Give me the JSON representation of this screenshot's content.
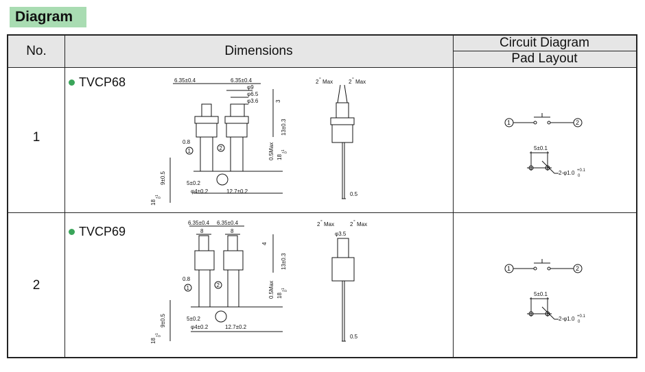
{
  "section_title": "Diagram",
  "headers": {
    "no": "No.",
    "dimensions": "Dimensions",
    "circuit_diagram": "Circuit Diagram",
    "pad_layout": "Pad Layout"
  },
  "rows": [
    {
      "no": "1",
      "model": "TVCP68",
      "dims": {
        "pitch_left": "6.35±0.4",
        "pitch_right": "6.35±0.4",
        "dia_9": "φ9",
        "dia_6_5": "φ6.5",
        "dia_3_6": "φ3.6",
        "h3": "3",
        "h13": "13±0.3",
        "w08": "0.8",
        "max05": "0.5Max",
        "len18_right": "18",
        "len18_left": "18",
        "tol_up": "+1",
        "tol_dn": "0",
        "h9": "9±0.5",
        "spacing5": "5±0.2",
        "hole4": "φ4±0.2",
        "span12_7": "12.7±0.2",
        "angle_l": "2",
        "angle_r": "2",
        "deg": "°",
        "max": "Max",
        "lead05": "0.5",
        "pin1": "1",
        "pin2": "2"
      },
      "circuit": {
        "pin1": "1",
        "pin2": "2",
        "spacing": "5±0.1",
        "hole": "2-φ1.0",
        "hole_tol_up": "+0.1",
        "hole_tol_dn": "0"
      }
    },
    {
      "no": "2",
      "model": "TVCP69",
      "dims": {
        "pitch_left": "6.35±0.4",
        "pitch_right": "6.35±0.4",
        "w8_left": "8",
        "w8_right": "8",
        "h4": "4",
        "h13": "13±0.3",
        "w08": "0.8",
        "max05": "0.5Max",
        "len18_right": "18",
        "len18_left": "18",
        "tol_up": "+1",
        "tol_dn": "0",
        "h9": "9±0.5",
        "spacing5": "5±0.2",
        "hole4": "φ4±0.2",
        "span12_7": "12.7±0.2",
        "angle_l": "2",
        "angle_r": "2",
        "deg": "°",
        "max": "Max",
        "dia3_5": "φ3.5",
        "lead05": "0.5",
        "pin1": "1",
        "pin2": "2"
      },
      "circuit": {
        "pin1": "1",
        "pin2": "2",
        "spacing": "5±0.1",
        "hole": "2-φ1.0",
        "hole_tol_up": "+0.1",
        "hole_tol_dn": "0"
      }
    }
  ]
}
